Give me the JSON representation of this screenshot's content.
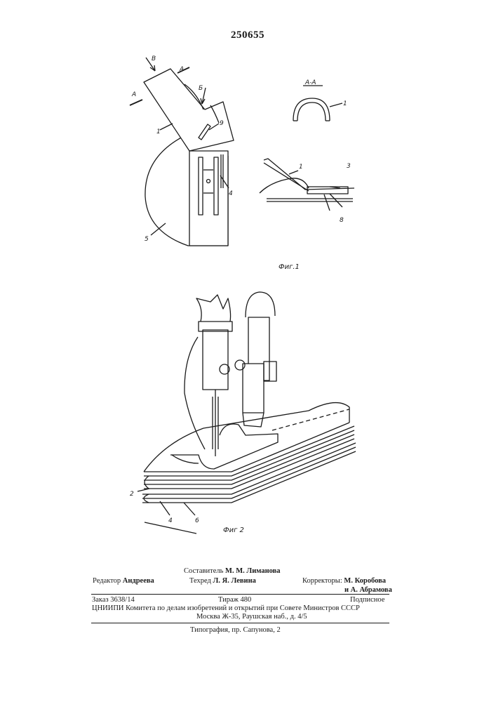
{
  "patent_number": "250655",
  "figure1": {
    "caption": "Фиг.1",
    "labels": [
      "В",
      "А",
      "А",
      "Б",
      "1",
      "9",
      "4",
      "5",
      "А-А",
      "1",
      "1",
      "3",
      "8"
    ]
  },
  "figure2": {
    "caption": "Фиг 2",
    "labels": [
      "2",
      "4",
      "6"
    ]
  },
  "imprint": {
    "compiler_label": "Составитель",
    "compiler_name": "М. М. Лиманова",
    "editor_label": "Редактор",
    "editor_name": "Андреева",
    "techred_label": "Техред",
    "techred_name": "Л. Я. Левина",
    "correctors_label": "Корректоры:",
    "corrector1": "М. Коробова",
    "corrector2": "и А. Абрамова",
    "order": "Заказ 3638/14",
    "circulation": "Тираж 480",
    "subscription": "Подписное",
    "org_line": "ЦНИИПИ Комитета по делам изобретений и открытий при Совете Министров СССР",
    "address": "Москва Ж-35, Раушская наб., д. 4/5",
    "printing": "Типография, пр. Сапунова, 2"
  }
}
